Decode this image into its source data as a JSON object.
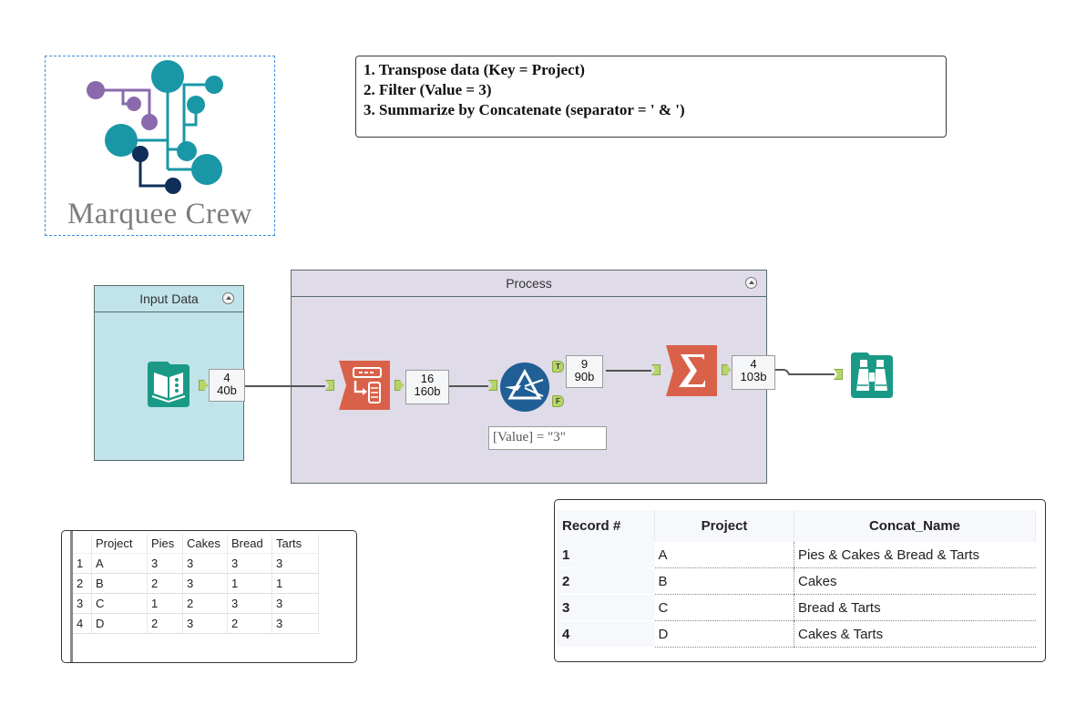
{
  "logo": {
    "text": "Marquee Crew"
  },
  "notes": {
    "lines": [
      "1. Transpose data (Key = Project)",
      "2. Filter (Value = 3)",
      "3. Summarize by Concatenate (separator = ' & ')"
    ]
  },
  "containers": {
    "input": {
      "title": "Input Data"
    },
    "process": {
      "title": "Process"
    }
  },
  "tools": {
    "input": {
      "icon": "book-icon",
      "records": "4",
      "size": "40b"
    },
    "transpose": {
      "icon": "transpose-icon",
      "records": "16",
      "size": "160b"
    },
    "filter": {
      "icon": "filter-prism-icon",
      "true_label": "T",
      "false_label": "F",
      "records": "9",
      "size": "90b",
      "expression": "[Value] = \"3\""
    },
    "summarize": {
      "icon": "sigma-icon",
      "records": "4",
      "size": "103b"
    },
    "browse": {
      "icon": "binoculars-icon"
    }
  },
  "colors": {
    "input_container_bg": "#c0e4e9",
    "process_container_bg": "#e0dbe9",
    "io_tool": "#1a9a86",
    "prep_tool": "#d9614a",
    "filter_tool": "#1f5f95",
    "anchor": "#b5d568"
  },
  "input_table": {
    "headers": [
      "",
      "Project",
      "Pies",
      "Cakes",
      "Bread",
      "Tarts"
    ],
    "rows": [
      [
        "1",
        "A",
        "3",
        "3",
        "3",
        "3"
      ],
      [
        "2",
        "B",
        "2",
        "3",
        "1",
        "1"
      ],
      [
        "3",
        "C",
        "1",
        "2",
        "3",
        "3"
      ],
      [
        "4",
        "D",
        "2",
        "3",
        "2",
        "3"
      ]
    ]
  },
  "output_table": {
    "headers": [
      "Record #",
      "Project",
      "Concat_Name"
    ],
    "rows": [
      [
        "1",
        "A",
        "Pies & Cakes & Bread & Tarts"
      ],
      [
        "2",
        "B",
        "Cakes"
      ],
      [
        "3",
        "C",
        "Bread & Tarts"
      ],
      [
        "4",
        "D",
        "Cakes & Tarts"
      ]
    ]
  }
}
